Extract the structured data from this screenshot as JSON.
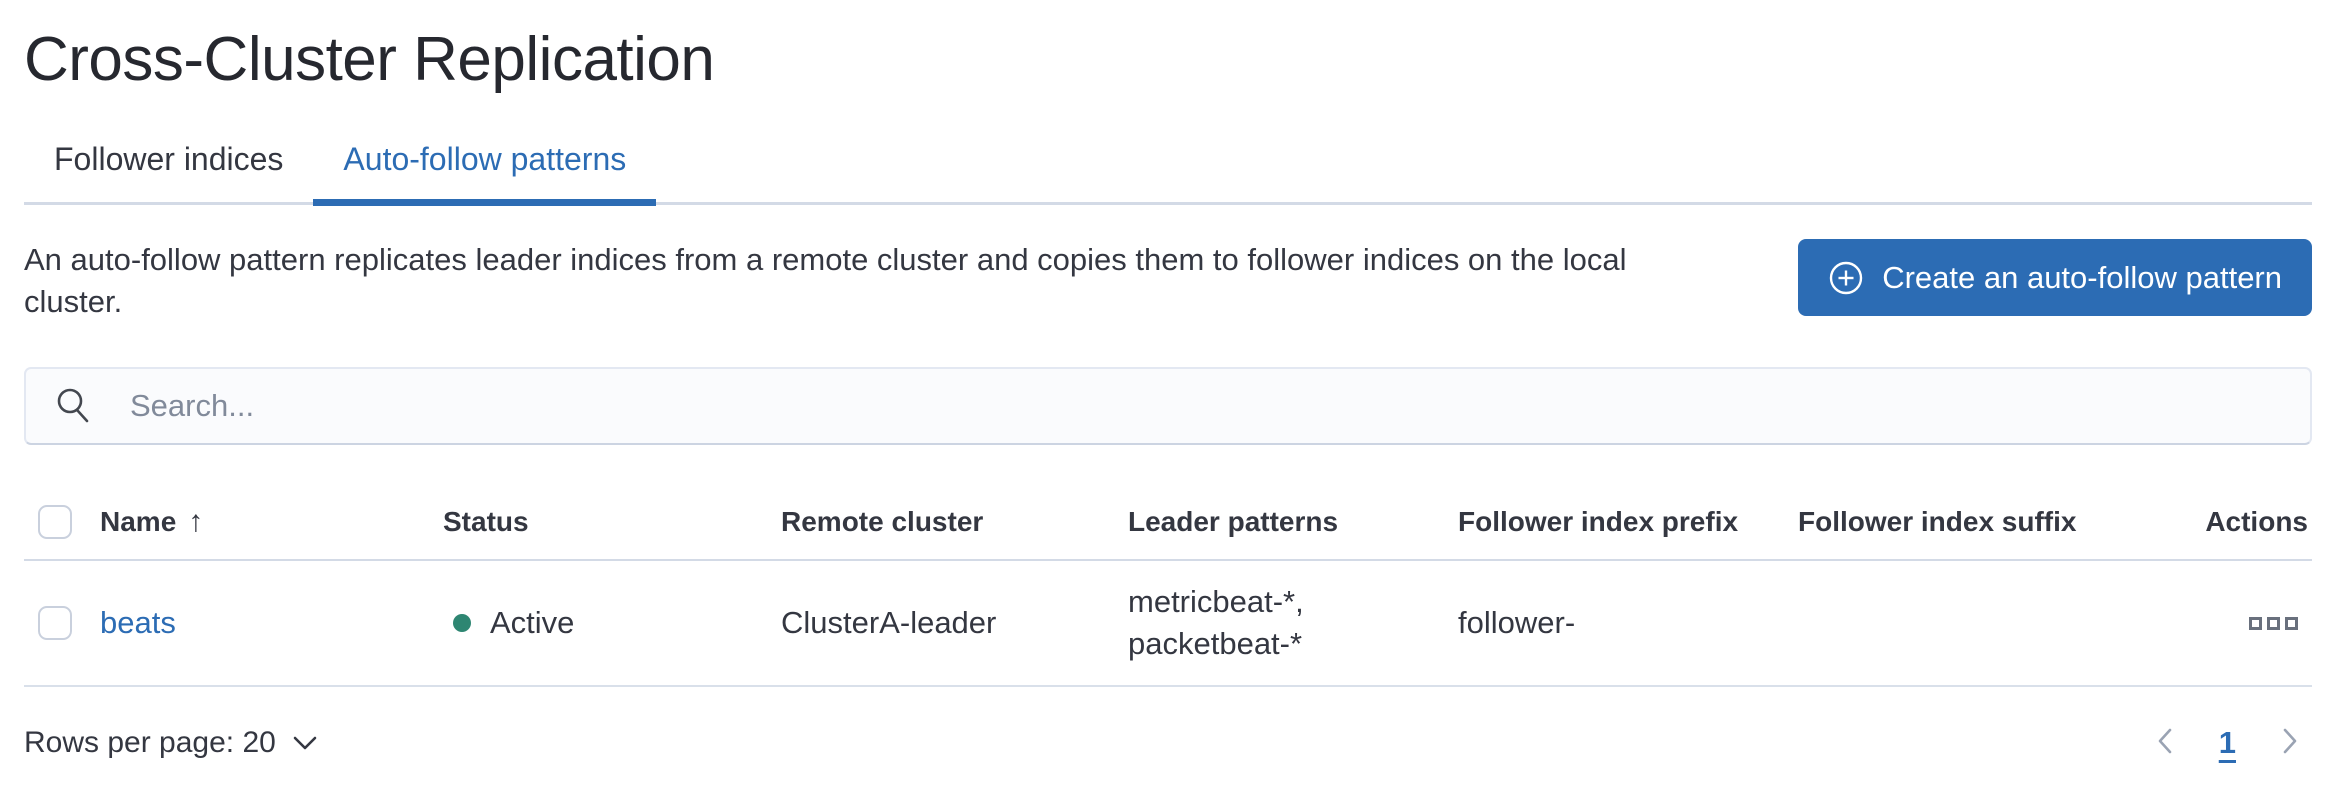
{
  "page": {
    "title": "Cross-Cluster Replication"
  },
  "tabs": [
    {
      "label": "Follower indices",
      "active": false
    },
    {
      "label": "Auto-follow patterns",
      "active": true
    }
  ],
  "intro": {
    "description": "An auto-follow pattern replicates leader indices from a remote cluster and copies them to follower indices on the local cluster.",
    "create_button_label": "Create an auto-follow pattern",
    "create_button_icon": "plus-in-circle-icon"
  },
  "search": {
    "placeholder": "Search...",
    "value": "",
    "icon": "search-icon"
  },
  "table": {
    "columns": [
      {
        "label": "Name",
        "sorted": "ascending"
      },
      {
        "label": "Status"
      },
      {
        "label": "Remote cluster"
      },
      {
        "label": "Leader patterns"
      },
      {
        "label": "Follower index prefix"
      },
      {
        "label": "Follower index suffix"
      },
      {
        "label": "Actions"
      }
    ],
    "rows": [
      {
        "selected": false,
        "name": "beats",
        "status": "Active",
        "remote_cluster": "ClusterA-leader",
        "leader_patterns": "metricbeat-*, packetbeat-*",
        "follower_index_prefix": "follower-",
        "follower_index_suffix": "",
        "actions_icon": "boxes-horizontal-icon"
      }
    ]
  },
  "pagination": {
    "rows_per_page_label": "Rows per page: 20",
    "current_page": "1"
  },
  "icons": {
    "sort_ascending": "↑"
  },
  "colors": {
    "primary": "#2c6cb4",
    "success": "#2e8672",
    "text": "#343741",
    "heading": "#26282f",
    "divider": "#d3dae6",
    "row-divider": "#d9e0ea",
    "subdued": "#69707d",
    "placeholder": "#818a9a",
    "disabled": "#9aa3b3"
  }
}
